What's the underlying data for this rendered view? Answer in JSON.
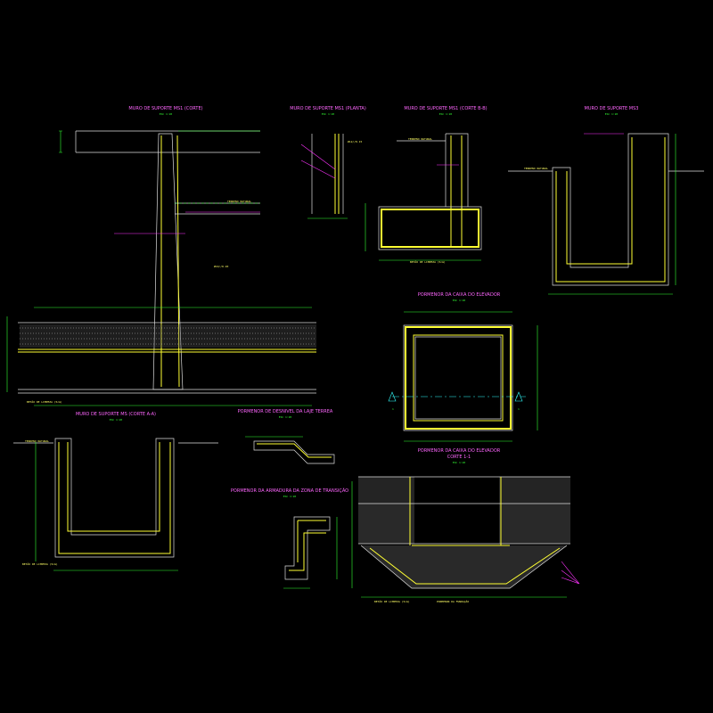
{
  "drawing": {
    "views": [
      {
        "title": "MURO DE SUPORTE MS1 (CORTE)",
        "scale": "ESC 1:20"
      },
      {
        "title": "MURO DE SUPORTE MS1 (PLANTA)",
        "scale": "ESC 1:20"
      },
      {
        "title": "MURO DE SUPORTE MS1 (CORTE B-B)",
        "scale": "ESC 1:20"
      },
      {
        "title": "MURO DE SUPORTE MS3",
        "scale": "ESC 1:20"
      },
      {
        "title": "PORMENOR DA CAIXA DO ELEVADOR",
        "scale": "ESC 1:20"
      },
      {
        "title": "MURO DE SUPORTE MS (CORTE A-A)",
        "scale": "ESC 1:20"
      },
      {
        "title": "PORMENOR DE DESNIVEL DA LAJE TERREA",
        "scale": "ESC 1:20"
      },
      {
        "title": "PORMENOR DA ARMADURA DA ZONA DE TRANSIÇÃO",
        "scale": "ESC 1:20"
      },
      {
        "title": "PORMENOR DA CAIXA DO ELEVADOR",
        "subtitle": "CORTE 1-1",
        "scale": "ESC 1:20"
      }
    ],
    "labels": {
      "terreno_natural": "TERRENO NATURAL",
      "betao_limpeza": "BETÃO DE LIMPEZA (5cm)",
      "pormenor_fundacao": "PORMENOR DA FUNDAÇÃO",
      "rebar_a": "Ø10//0.20",
      "rebar_b": "Ø12//0.15",
      "section_mark": "1"
    }
  }
}
